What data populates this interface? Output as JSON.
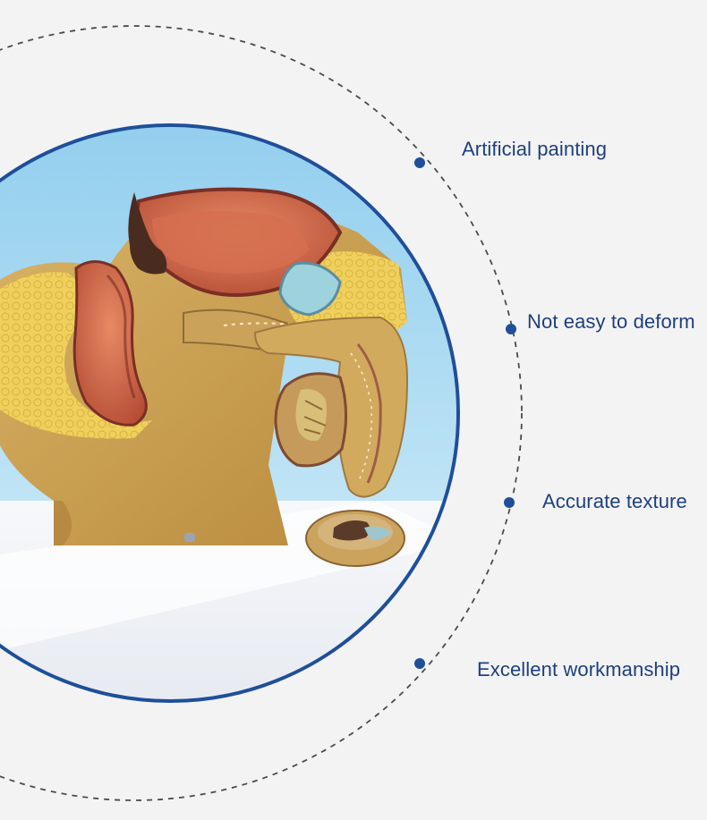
{
  "image": {
    "subject": "anatomical pelvis model",
    "accent_color": "#1f3f7f",
    "ring_color": "#1f4f9a",
    "background_color": "#f3f3f4"
  },
  "features": [
    {
      "label": "Artificial painting",
      "icon": "dot-icon"
    },
    {
      "label": "Not easy to deform",
      "icon": "dot-icon"
    },
    {
      "label": "Accurate texture",
      "icon": "dot-icon"
    },
    {
      "label": "Excellent workmanship",
      "icon": "dot-icon"
    }
  ]
}
